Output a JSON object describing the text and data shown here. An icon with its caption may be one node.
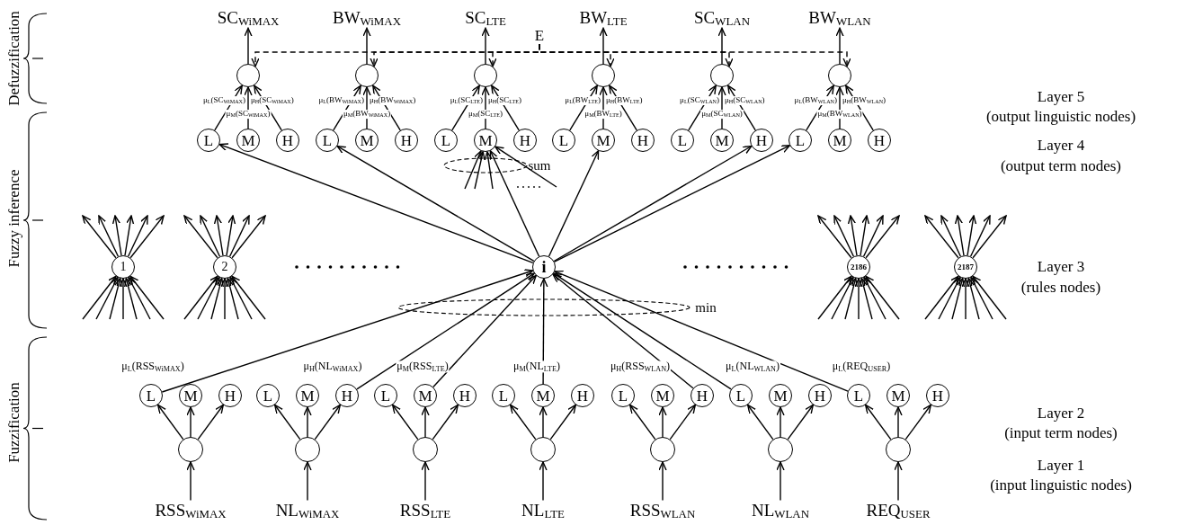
{
  "diagram": {
    "nodes": [
      {
        "text": [
          "SC$_{WiMAX}$"
        ]
      },
      {
        "text": [
          "BW$_{WiMAX}$"
        ]
      },
      {
        "text": [
          "SC$_{LTE}$"
        ]
      },
      {
        "text": [
          "BW$_{LTE}$"
        ]
      },
      {
        "text": [
          "SC$_{WLAN}$"
        ]
      },
      {
        "text": [
          "BW$_{WLAN}$"
        ]
      },
      {
        "text": [
          "E"
        ]
      },
      {
        "text": [],
        "shape": "circle"
      },
      {
        "text": [],
        "shape": "circle"
      },
      {
        "text": [],
        "shape": "circle"
      },
      {
        "text": [],
        "shape": "circle"
      },
      {
        "text": [],
        "shape": "circle"
      },
      {
        "text": [],
        "shape": "circle"
      },
      {
        "text": [
          "L"
        ]
      },
      {
        "text": [
          "M"
        ]
      },
      {
        "text": [
          "H"
        ]
      },
      {
        "text": [
          "L"
        ]
      },
      {
        "text": [
          "M"
        ]
      },
      {
        "text": [
          "H"
        ]
      },
      {
        "text": [
          "L"
        ]
      },
      {
        "text": [
          "M"
        ]
      },
      {
        "text": [
          "H"
        ]
      },
      {
        "text": [
          "L"
        ]
      },
      {
        "text": [
          "M"
        ]
      },
      {
        "text": [
          "H"
        ]
      },
      {
        "text": [
          "L"
        ]
      },
      {
        "text": [
          "M"
        ]
      },
      {
        "text": [
          "H"
        ]
      },
      {
        "text": [
          "L"
        ]
      },
      {
        "text": [
          "M"
        ]
      },
      {
        "text": [
          "H"
        ]
      },
      {
        "text": [
          "1"
        ]
      },
      {
        "text": [
          "2"
        ]
      },
      {
        "text": [
          "i"
        ]
      },
      {
        "text": [
          "2186"
        ]
      },
      {
        "text": [
          "2187"
        ]
      },
      {
        "text": [
          "L"
        ]
      },
      {
        "text": [
          "M"
        ]
      },
      {
        "text": [
          "H"
        ]
      },
      {
        "text": [
          "L"
        ]
      },
      {
        "text": [
          "M"
        ]
      },
      {
        "text": [
          "H"
        ]
      },
      {
        "text": [
          "L"
        ]
      },
      {
        "text": [
          "M"
        ]
      },
      {
        "text": [
          "H"
        ]
      },
      {
        "text": [
          "L"
        ]
      },
      {
        "text": [
          "M"
        ]
      },
      {
        "text": [
          "H"
        ]
      },
      {
        "text": [
          "L"
        ]
      },
      {
        "text": [
          "M"
        ]
      },
      {
        "text": [
          "H"
        ]
      },
      {
        "text": [
          "L"
        ]
      },
      {
        "text": [
          "M"
        ]
      },
      {
        "text": [
          "H"
        ]
      },
      {
        "text": [
          "L"
        ]
      },
      {
        "text": [
          "M"
        ]
      },
      {
        "text": [
          "H"
        ]
      },
      {
        "text": [],
        "shape": "circle"
      },
      {
        "text": [],
        "shape": "circle"
      },
      {
        "text": [],
        "shape": "circle"
      },
      {
        "text": [],
        "shape": "circle"
      },
      {
        "text": [],
        "shape": "circle"
      },
      {
        "text": [],
        "shape": "circle"
      },
      {
        "text": [],
        "shape": "circle"
      },
      {
        "text": [
          "RSS$_{WiMAX}$"
        ]
      },
      {
        "text": [
          "NL$_{WiMAX}$"
        ]
      },
      {
        "text": [
          "RSS$_{LTE}$"
        ]
      },
      {
        "text": [
          "NL$_{LTE}$"
        ]
      },
      {
        "text": [
          "RSS$_{WLAN}$"
        ]
      },
      {
        "text": [
          "NL$_{WLAN}$"
        ]
      },
      {
        "text": [
          "REQ$_{USER}$"
        ]
      }
    ],
    "edges": [
      {
        "from": 64,
        "to": 57,
        "arrow": "to"
      },
      {
        "from": 65,
        "to": 58,
        "arrow": "to"
      },
      {
        "from": 66,
        "to": 59,
        "arrow": "to"
      },
      {
        "from": 67,
        "to": 60,
        "arrow": "to"
      },
      {
        "from": 68,
        "to": 61,
        "arrow": "to"
      },
      {
        "from": 69,
        "to": 62,
        "arrow": "to"
      },
      {
        "from": 70,
        "to": 63,
        "arrow": "to"
      },
      {
        "from": 57,
        "to": 36,
        "arrow": "to"
      },
      {
        "from": 57,
        "to": 37,
        "arrow": "to"
      },
      {
        "from": 57,
        "to": 38,
        "arrow": "to"
      },
      {
        "from": 58,
        "to": 39,
        "arrow": "to"
      },
      {
        "from": 58,
        "to": 40,
        "arrow": "to"
      },
      {
        "from": 58,
        "to": 41,
        "arrow": "to"
      },
      {
        "from": 59,
        "to": 42,
        "arrow": "to"
      },
      {
        "from": 59,
        "to": 43,
        "arrow": "to"
      },
      {
        "from": 59,
        "to": 44,
        "arrow": "to"
      },
      {
        "from": 60,
        "to": 45,
        "arrow": "to"
      },
      {
        "from": 60,
        "to": 46,
        "arrow": "to"
      },
      {
        "from": 60,
        "to": 47,
        "arrow": "to"
      },
      {
        "from": 61,
        "to": 48,
        "arrow": "to"
      },
      {
        "from": 61,
        "to": 49,
        "arrow": "to"
      },
      {
        "from": 61,
        "to": 50,
        "arrow": "to"
      },
      {
        "from": 62,
        "to": 51,
        "arrow": "to"
      },
      {
        "from": 62,
        "to": 52,
        "arrow": "to"
      },
      {
        "from": 62,
        "to": 53,
        "arrow": "to"
      },
      {
        "from": 63,
        "to": 54,
        "arrow": "to"
      },
      {
        "from": 63,
        "to": 55,
        "arrow": "to"
      },
      {
        "from": 63,
        "to": 56,
        "arrow": "to"
      },
      {
        "from": 36,
        "to": 33,
        "arrow": "to",
        "label": "μ$_{L}$(RSS$_{WiMAX}$)"
      },
      {
        "from": 41,
        "to": 33,
        "arrow": "to",
        "label": "μ$_{H}$(NL$_{WiMAX}$)"
      },
      {
        "from": 43,
        "to": 33,
        "arrow": "to",
        "label": "μ$_{M}$(RSS$_{LTE}$)"
      },
      {
        "from": 46,
        "to": 33,
        "arrow": "to",
        "label": "μ$_{M}$(NL$_{LTE}$)"
      },
      {
        "from": 50,
        "to": 33,
        "arrow": "to",
        "label": "μ$_{H}$(RSS$_{WLAN}$)"
      },
      {
        "from": 51,
        "to": 33,
        "arrow": "to",
        "label": "μ$_{L}$(NL$_{WLAN}$)"
      },
      {
        "from": 54,
        "to": 33,
        "arrow": "to",
        "label": "μ$_{L}$(REQ$_{USER}$)"
      },
      {
        "from": null,
        "to": 31,
        "arrow": "to"
      },
      {
        "from": null,
        "to": 31,
        "arrow": "to"
      },
      {
        "from": null,
        "to": 31,
        "arrow": "to"
      },
      {
        "from": null,
        "to": 31,
        "arrow": "to"
      },
      {
        "from": null,
        "to": 31,
        "arrow": "to"
      },
      {
        "from": null,
        "to": 31,
        "arrow": "to"
      },
      {
        "from": null,
        "to": 31,
        "arrow": "to"
      },
      {
        "from": 31,
        "to": null,
        "arrow": "to"
      },
      {
        "from": 31,
        "to": null,
        "arrow": "to"
      },
      {
        "from": 31,
        "to": null,
        "arrow": "to"
      },
      {
        "from": 31,
        "to": null,
        "arrow": "to"
      },
      {
        "from": 31,
        "to": null,
        "arrow": "to"
      },
      {
        "from": 31,
        "to": null,
        "arrow": "to"
      },
      {
        "from": null,
        "to": 32,
        "arrow": "to"
      },
      {
        "from": null,
        "to": 32,
        "arrow": "to"
      },
      {
        "from": null,
        "to": 32,
        "arrow": "to"
      },
      {
        "from": null,
        "to": 32,
        "arrow": "to"
      },
      {
        "from": null,
        "to": 32,
        "arrow": "to"
      },
      {
        "from": null,
        "to": 32,
        "arrow": "to"
      },
      {
        "from": null,
        "to": 32,
        "arrow": "to"
      },
      {
        "from": 32,
        "to": null,
        "arrow": "to"
      },
      {
        "from": 32,
        "to": null,
        "arrow": "to"
      },
      {
        "from": 32,
        "to": null,
        "arrow": "to"
      },
      {
        "from": 32,
        "to": null,
        "arrow": "to"
      },
      {
        "from": 32,
        "to": null,
        "arrow": "to"
      },
      {
        "from": 32,
        "to": null,
        "arrow": "to"
      },
      {
        "from": null,
        "to": 34,
        "arrow": "to"
      },
      {
        "from": null,
        "to": 34,
        "arrow": "to"
      },
      {
        "from": null,
        "to": 34,
        "arrow": "to"
      },
      {
        "from": null,
        "to": 34,
        "arrow": "to"
      },
      {
        "from": null,
        "to": 34,
        "arrow": "to"
      },
      {
        "from": null,
        "to": 34,
        "arrow": "to"
      },
      {
        "from": null,
        "to": 34,
        "arrow": "to"
      },
      {
        "from": 34,
        "to": null,
        "arrow": "to"
      },
      {
        "from": 34,
        "to": null,
        "arrow": "to"
      },
      {
        "from": 34,
        "to": null,
        "arrow": "to"
      },
      {
        "from": 34,
        "to": null,
        "arrow": "to"
      },
      {
        "from": 34,
        "to": null,
        "arrow": "to"
      },
      {
        "from": 34,
        "to": null,
        "arrow": "to"
      },
      {
        "from": null,
        "to": 35,
        "arrow": "to"
      },
      {
        "from": null,
        "to": 35,
        "arrow": "to"
      },
      {
        "from": null,
        "to": 35,
        "arrow": "to"
      },
      {
        "from": null,
        "to": 35,
        "arrow": "to"
      },
      {
        "from": null,
        "to": 35,
        "arrow": "to"
      },
      {
        "from": null,
        "to": 35,
        "arrow": "to"
      },
      {
        "from": null,
        "to": 35,
        "arrow": "to"
      },
      {
        "from": 35,
        "to": null,
        "arrow": "to"
      },
      {
        "from": 35,
        "to": null,
        "arrow": "to"
      },
      {
        "from": 35,
        "to": null,
        "arrow": "to"
      },
      {
        "from": 35,
        "to": null,
        "arrow": "to"
      },
      {
        "from": 35,
        "to": null,
        "arrow": "to"
      },
      {
        "from": 35,
        "to": null,
        "arrow": "to"
      },
      {
        "from": 33,
        "to": 13,
        "arrow": "to"
      },
      {
        "from": 33,
        "to": 16,
        "arrow": "to"
      },
      {
        "from": 33,
        "to": 20,
        "arrow": "to"
      },
      {
        "from": 33,
        "to": 23,
        "arrow": "to"
      },
      {
        "from": 33,
        "to": 27,
        "arrow": "to"
      },
      {
        "from": 33,
        "to": 28,
        "arrow": "to"
      },
      {
        "from": null,
        "to": 20,
        "arrow": "to"
      },
      {
        "from": null,
        "to": 20,
        "arrow": "to"
      },
      {
        "from": null,
        "to": 20,
        "arrow": "to"
      },
      {
        "from": null,
        "to": 20,
        "arrow": "to"
      },
      {
        "from": 13,
        "to": 7,
        "arrow": "to",
        "label": "μ$_{L}$(SC$_{WiMAX}$)"
      },
      {
        "from": 14,
        "to": 7,
        "arrow": "to",
        "label": "μ$_{M}$(SC$_{WiMAX}$)"
      },
      {
        "from": 15,
        "to": 7,
        "arrow": "to",
        "label": "μ$_{H}$(SC$_{WiMAX}$)"
      },
      {
        "from": 16,
        "to": 8,
        "arrow": "to",
        "label": "μ$_{L}$(BW$_{WiMAX}$)"
      },
      {
        "from": 17,
        "to": 8,
        "arrow": "to",
        "label": "μ$_{M}$(BW$_{WiMAX}$)"
      },
      {
        "from": 18,
        "to": 8,
        "arrow": "to",
        "label": "μ$_{H}$(BW$_{WiMAX}$)"
      },
      {
        "from": 19,
        "to": 9,
        "arrow": "to",
        "label": "μ$_{L}$(SC$_{LTE}$)"
      },
      {
        "from": 20,
        "to": 9,
        "arrow": "to",
        "label": "μ$_{M}$(SC$_{LTE}$)"
      },
      {
        "from": 21,
        "to": 9,
        "arrow": "to",
        "label": "μ$_{H}$(SC$_{LTE}$)"
      },
      {
        "from": 22,
        "to": 10,
        "arrow": "to",
        "label": "μ$_{L}$(BW$_{LTE}$)"
      },
      {
        "from": 23,
        "to": 10,
        "arrow": "to",
        "label": "μ$_{M}$(BW$_{LTE}$)"
      },
      {
        "from": 24,
        "to": 10,
        "arrow": "to",
        "label": "μ$_{H}$(BW$_{LTE}$)"
      },
      {
        "from": 25,
        "to": 11,
        "arrow": "to",
        "label": "μ$_{L}$(SC$_{WLAN}$)"
      },
      {
        "from": 26,
        "to": 11,
        "arrow": "to",
        "label": "μ$_{M}$(SC$_{WLAN}$)"
      },
      {
        "from": 27,
        "to": 11,
        "arrow": "to",
        "label": "μ$_{H}$(SC$_{WLAN}$)"
      },
      {
        "from": 28,
        "to": 12,
        "arrow": "to",
        "label": "μ$_{L}$(BW$_{WLAN}$)"
      },
      {
        "from": 29,
        "to": 12,
        "arrow": "to",
        "label": "μ$_{M}$(BW$_{WLAN}$)"
      },
      {
        "from": 30,
        "to": 12,
        "arrow": "to",
        "label": "μ$_{H}$(BW$_{WLAN}$)"
      },
      {
        "from": 7,
        "to": 0,
        "arrow": "to"
      },
      {
        "from": 8,
        "to": 1,
        "arrow": "to"
      },
      {
        "from": 9,
        "to": 2,
        "arrow": "to"
      },
      {
        "from": 10,
        "to": 3,
        "arrow": "to"
      },
      {
        "from": 11,
        "to": 4,
        "arrow": "to"
      },
      {
        "from": 12,
        "to": 5,
        "arrow": "to"
      },
      {
        "from": 6,
        "to": 7,
        "arrow": "to",
        "style": "dashed"
      },
      {
        "from": 6,
        "to": 8,
        "arrow": "to",
        "style": "dashed"
      },
      {
        "from": 6,
        "to": 9,
        "arrow": "to",
        "style": "dashed"
      },
      {
        "from": 6,
        "to": 10,
        "arrow": "to",
        "style": "dashed"
      },
      {
        "from": 6,
        "to": 11,
        "arrow": "to",
        "style": "dashed"
      },
      {
        "from": 6,
        "to": 12,
        "arrow": "to",
        "style": "dashed"
      }
    ],
    "labels": [
      "Defuzzification",
      "Fuzzy inference",
      "Fuzzification",
      "Layer 5",
      "(output linguistic nodes)",
      "Layer 4",
      "(output term nodes)",
      "sum",
      "Layer 3",
      "(rules nodes)",
      "min",
      "Layer 2",
      "(input term nodes)",
      "Layer 1",
      "(input linguistic nodes)"
    ]
  }
}
